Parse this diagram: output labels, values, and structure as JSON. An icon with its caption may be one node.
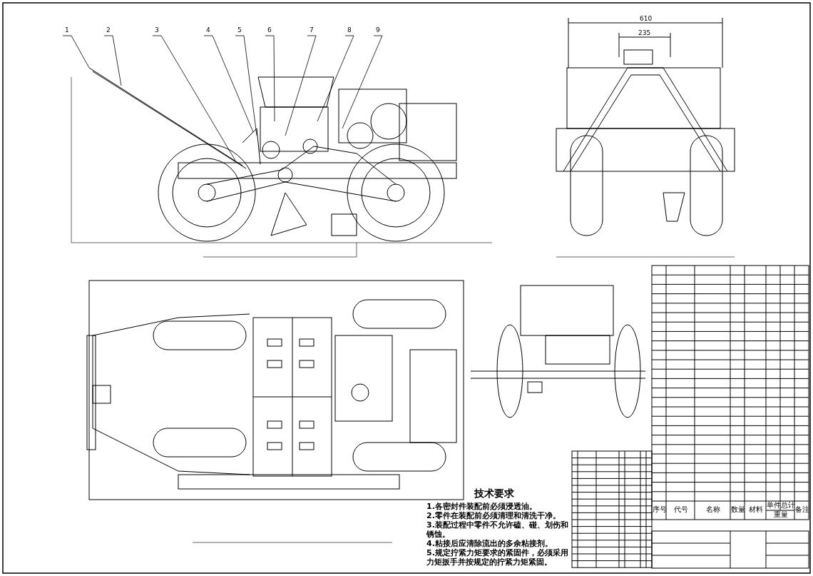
{
  "diagram": {
    "nodes": [
      {
        "text": [
          "1"
        ]
      },
      {
        "text": [
          "2"
        ]
      },
      {
        "text": [
          "3"
        ]
      },
      {
        "text": [
          "4"
        ]
      },
      {
        "text": [
          "5"
        ]
      },
      {
        "text": [
          "6"
        ]
      },
      {
        "text": [
          "7"
        ]
      },
      {
        "text": [
          "8"
        ]
      },
      {
        "text": [
          "9"
        ]
      }
    ],
    "edges": [
      {
        "from": 0,
        "to": null,
        "arrow": "none"
      },
      {
        "from": 1,
        "to": null,
        "arrow": "none"
      },
      {
        "from": 2,
        "to": null,
        "arrow": "none"
      },
      {
        "from": 3,
        "to": null,
        "arrow": "none"
      },
      {
        "from": 4,
        "to": null,
        "arrow": "none"
      },
      {
        "from": 5,
        "to": null,
        "arrow": "none"
      },
      {
        "from": 6,
        "to": null,
        "arrow": "none"
      },
      {
        "from": 7,
        "to": null,
        "arrow": "none"
      },
      {
        "from": 8,
        "to": null,
        "arrow": "none"
      }
    ],
    "labels": [
      "610",
      "235",
      "技术要求",
      "1.各密封件装配前必须浸透油。",
      "2.零件在装配前必须清理和清洗干净。",
      "3.装配过程中零件不允许磕、碰、划伤和锈蚀。",
      "4.粘接后应清除流出的多余粘接剂。",
      "5.规定拧紧力矩要求的紧固件，必须采用力矩扳手并按规定的拧紧力矩紧固。",
      "序号",
      "代号",
      "名称",
      "数量",
      "材料",
      "单件",
      "总计",
      "重量",
      "备注"
    ]
  }
}
